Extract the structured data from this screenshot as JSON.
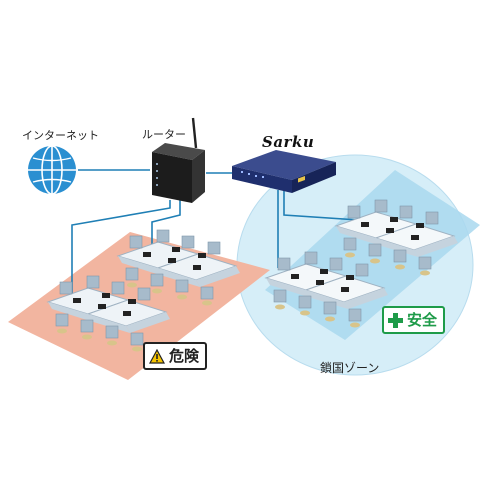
{
  "labels": {
    "internet": "インターネット",
    "router": "ルーター",
    "brand": "Sarku",
    "danger": "危険",
    "safe": "安全",
    "zone": "鎖国ゾーン"
  },
  "icons": {
    "globe": "globe-icon",
    "router": "router-icon",
    "appliance": "network-appliance-icon",
    "warning": "warning-triangle-icon",
    "safe": "green-cross-icon",
    "desk": "laptop-desk-icon"
  },
  "colors": {
    "danger_zone": "#f2b5a0",
    "safe_zone": "#bfe4f3",
    "cable": "#1f7fb5",
    "appliance": "#1f2f6e",
    "safe_green": "#1e9b49",
    "globe": "#2a8fd1"
  }
}
